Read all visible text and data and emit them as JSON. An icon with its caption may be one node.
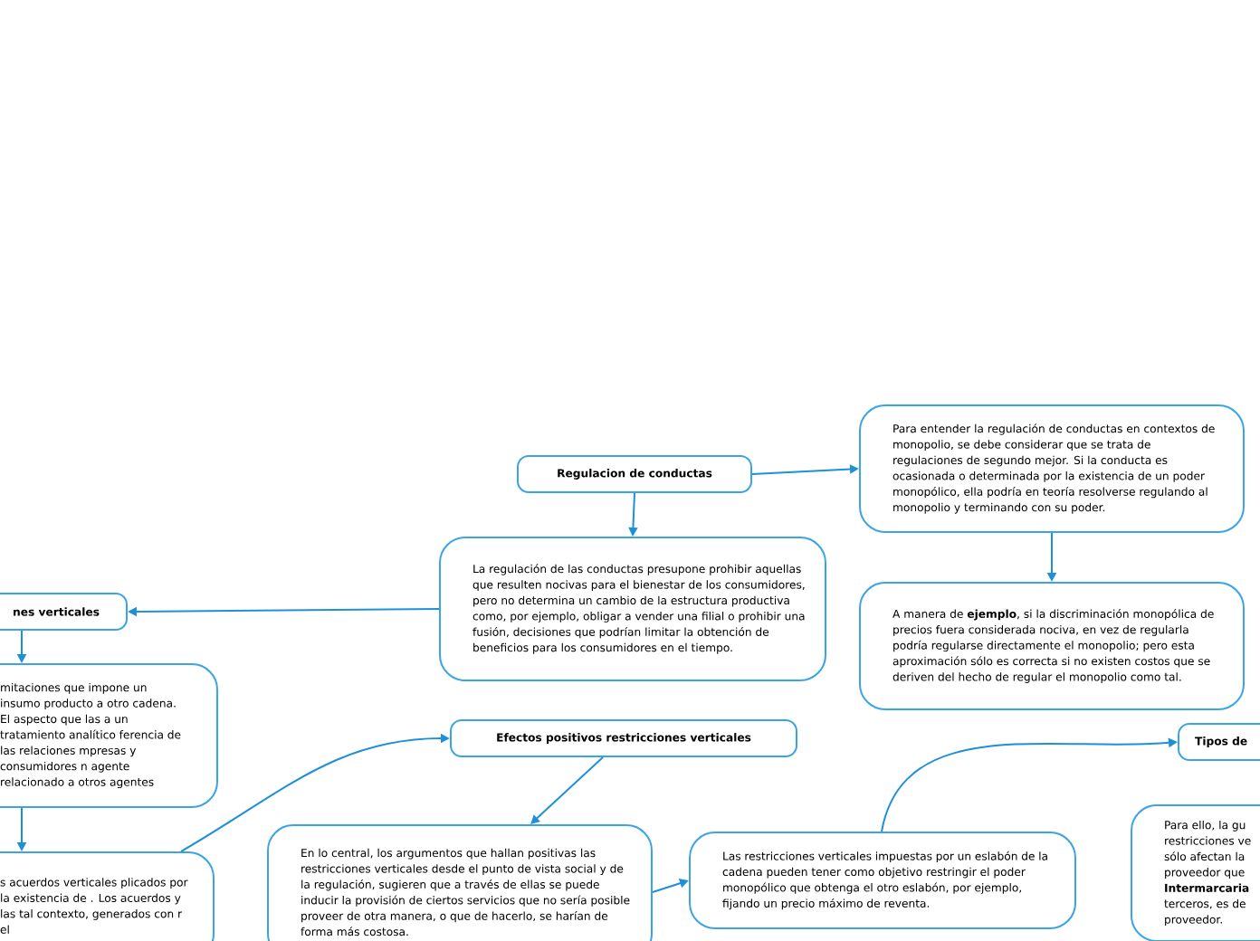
{
  "diagram": {
    "nodes": [
      {
        "text": [
          "Regulacion de conductas"
        ]
      },
      {
        "text": [
          "Para entender la regulación de conductas en contextos de monopolio, se debe considerar que se trata de regulaciones de segundo mejor. Si la conducta es ocasionada o determinada por la existencia de un poder monopólico, ella podría en teoría resolverse regulando al monopolio y terminando con su poder."
        ]
      },
      {
        "text": [
          "La regulación de las conductas presupone prohibir aquellas que resulten nocivas para el bienestar de los consumidores, pero no determina un cambio de la estructura productiva como, por ejemplo, obligar a vender una filial o prohibir una fusión, decisiones que podrían limitar la obtención de beneficios para los consumidores en el tiempo."
        ]
      },
      {
        "text": [
          "A manera de **ejemplo**, si la discriminación monopólica de precios fuera considerada nociva, en vez de regularla podría regularse directamente el monopolio; pero esta aproximación sólo es correcta si no existen costos que se deriven del hecho de regular el monopolio como tal."
        ]
      },
      {
        "text": [
          "nes verticales"
        ]
      },
      {
        "text": [
          "mitaciones que impone un insumo producto a otro cadena. El aspecto que las a un tratamiento analítico ferencia de las relaciones mpresas y consumidores n agente relacionado a otros agentes"
        ]
      },
      {
        "text": [
          "s acuerdos verticales plicados por la existencia de . Los acuerdos y las tal contexto, generados con r el"
        ]
      },
      {
        "text": [
          "Efectos positivos restricciones verticales"
        ]
      },
      {
        "text": [
          "En lo central, los argumentos que hallan positivas las restricciones verticales desde el punto de vista social y de la regulación, sugieren que a través de ellas se puede inducir la provisión de ciertos servicios que no sería posible proveer de otra manera, o que de hacerlo, se harían de forma más costosa."
        ]
      },
      {
        "text": [
          "Las restricciones verticales impuestas por un eslabón de la cadena pueden tener como objetivo restringir el poder monopólico que obtenga el otro eslabón, por ejemplo, fijando un precio máximo de reventa."
        ]
      },
      {
        "text": [
          "Tipos de"
        ]
      },
      {
        "text": [
          "Para ello, la gu restricciones ve sólo afectan la proveedor que **Intermarcaria** terceros, es de proveedor."
        ]
      }
    ],
    "edges": [
      {
        "from": 0,
        "to": 1,
        "arrow": "to"
      },
      {
        "from": 0,
        "to": 2,
        "arrow": "to"
      },
      {
        "from": 1,
        "to": 3,
        "arrow": "to"
      },
      {
        "from": 2,
        "to": 4,
        "arrow": "to"
      },
      {
        "from": 4,
        "to": 5,
        "arrow": "to"
      },
      {
        "from": 5,
        "to": 6,
        "arrow": "to"
      },
      {
        "from": 6,
        "to": 7,
        "arrow": "to"
      },
      {
        "from": 7,
        "to": 8,
        "arrow": "to"
      },
      {
        "from": 8,
        "to": 9,
        "arrow": "to"
      },
      {
        "from": 9,
        "to": 10,
        "arrow": "to"
      }
    ]
  }
}
